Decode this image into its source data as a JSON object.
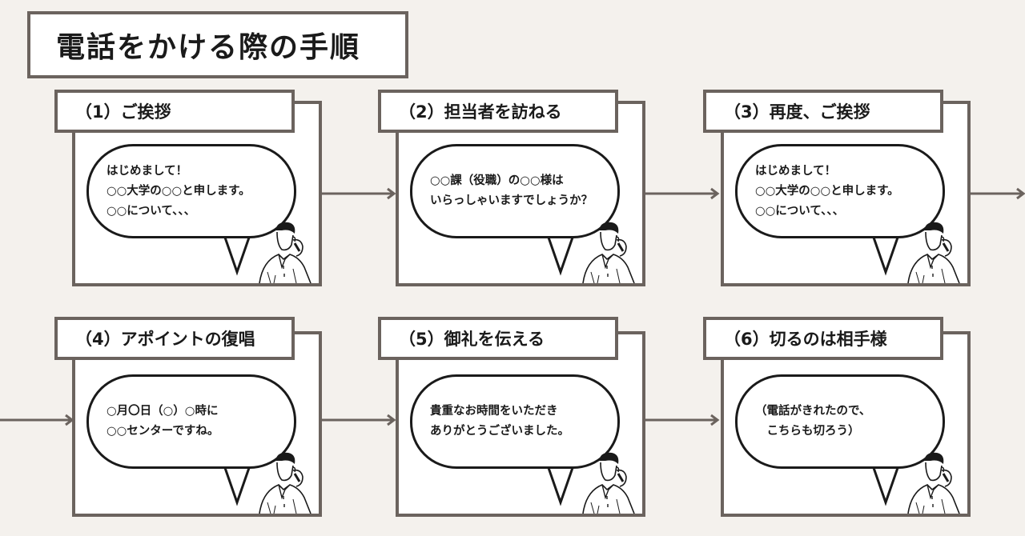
{
  "title": "電話をかける際の手順",
  "colors": {
    "background": "#f4f1ed",
    "border": "#6b635e",
    "text": "#1a1a1a"
  },
  "steps": [
    {
      "label": "（1）ご挨拶",
      "speech": "はじめまして！\n○○大学の○○と申します。\n○○について、、、"
    },
    {
      "label": "（2）担当者を訪ねる",
      "speech": "○○課（役職）の○○様は\nいらっしゃいますでしょうか？"
    },
    {
      "label": "（3）再度、ご挨拶",
      "speech": "はじめまして！\n○○大学の○○と申します。\n○○について、、、"
    },
    {
      "label": "（4）アポイントの復唱",
      "speech": "○月〇日（○）○時に\n○○センターですね。"
    },
    {
      "label": "（5）御礼を伝える",
      "speech": "貴重なお時間をいただき\nありがとうございました。"
    },
    {
      "label": "（6）切るのは相手様",
      "speech": "（電話がきれたので、\n　こちらも切ろう）"
    }
  ]
}
